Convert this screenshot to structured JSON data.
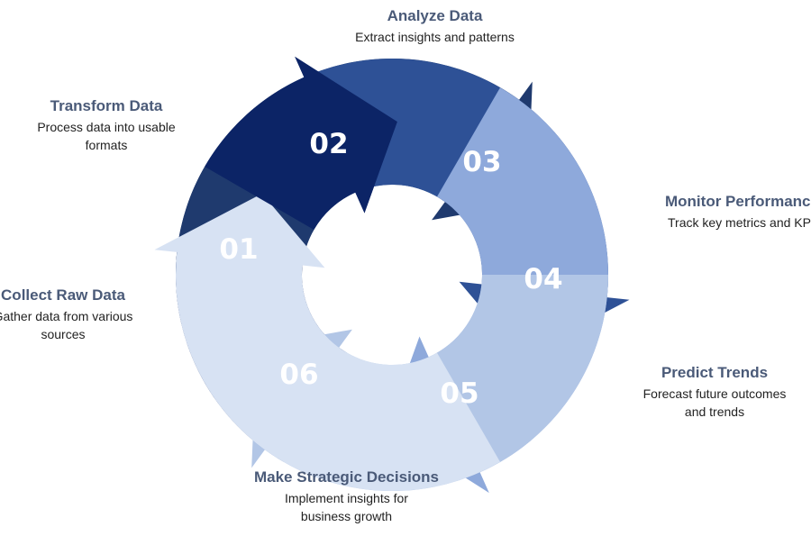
{
  "colors": {
    "step1": "#0c2466",
    "step2": "#1f3a6e",
    "step3": "#2e5196",
    "step4": "#8ea9db",
    "step5": "#b2c6e6",
    "step6": "#d7e2f3",
    "title_text": "#4a5a78"
  },
  "steps": [
    {
      "number": "01",
      "title": "Collect Raw Data",
      "desc_line1": "Gather data from various",
      "desc_line2": "sources"
    },
    {
      "number": "02",
      "title": "Transform Data",
      "desc_line1": "Process data into usable",
      "desc_line2": "formats"
    },
    {
      "number": "03",
      "title": "Analyze Data",
      "desc_line1": "Extract insights and patterns",
      "desc_line2": ""
    },
    {
      "number": "04",
      "title": "Monitor Performance",
      "desc_line1": "Track key metrics and KPIs",
      "desc_line2": ""
    },
    {
      "number": "05",
      "title": "Predict Trends",
      "desc_line1": "Forecast future outcomes",
      "desc_line2": "and trends"
    },
    {
      "number": "06",
      "title": "Make Strategic Decisions",
      "desc_line1": "Implement insights for",
      "desc_line2": "business growth"
    }
  ]
}
